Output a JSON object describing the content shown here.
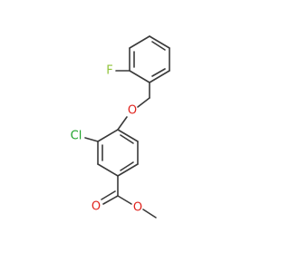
{
  "molecule": {
    "atoms": [
      {
        "id": "F",
        "label": "F",
        "color": "#90c33a"
      },
      {
        "id": "O_ether",
        "label": "O",
        "color": "#e0221c"
      },
      {
        "id": "Cl",
        "label": "Cl",
        "color": "#1ea32a"
      },
      {
        "id": "O_carbonyl",
        "label": "O",
        "color": "#e0221c"
      },
      {
        "id": "O_ester",
        "label": "O",
        "color": "#e0221c"
      }
    ],
    "bond_color": "#3a3a3a",
    "background": "#ffffff"
  }
}
